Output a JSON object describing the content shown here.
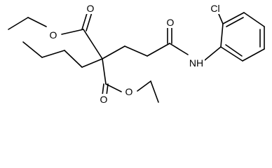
{
  "molecule": {
    "atoms": {
      "o_upper_carbonyl": "O",
      "o_upper_ester": "O",
      "o_amide": "O",
      "nh": "NH",
      "cl": "Cl",
      "o_lower_carbonyl": "O",
      "o_lower_ester": "O"
    },
    "colors": {
      "bond": "#000000",
      "label": "#000000",
      "background": "#ffffff"
    }
  }
}
